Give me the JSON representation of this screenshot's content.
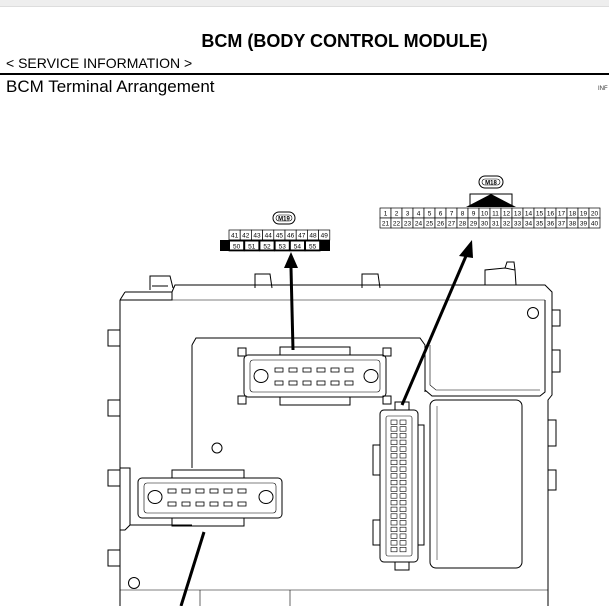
{
  "document": {
    "title": "BCM (BODY CONTROL MODULE)",
    "section": "< SERVICE INFORMATION >",
    "heading": "BCM Terminal Arrangement",
    "ref_code": "INF"
  },
  "connectors": {
    "m19": {
      "tag": "M19",
      "row_top": [
        "41",
        "42",
        "43",
        "44",
        "45",
        "46",
        "47",
        "48",
        "49"
      ],
      "row_bottom": [
        "50",
        "51",
        "52",
        "53",
        "54",
        "55"
      ]
    },
    "m18": {
      "tag": "M18",
      "row_top": [
        "1",
        "2",
        "3",
        "4",
        "5",
        "6",
        "7",
        "8",
        "9",
        "10",
        "11",
        "12",
        "13",
        "14",
        "15",
        "16",
        "17",
        "18",
        "19",
        "20"
      ],
      "row_bottom": [
        "21",
        "22",
        "23",
        "24",
        "25",
        "26",
        "27",
        "28",
        "29",
        "30",
        "31",
        "32",
        "33",
        "34",
        "35",
        "36",
        "37",
        "38",
        "39",
        "40"
      ]
    }
  }
}
